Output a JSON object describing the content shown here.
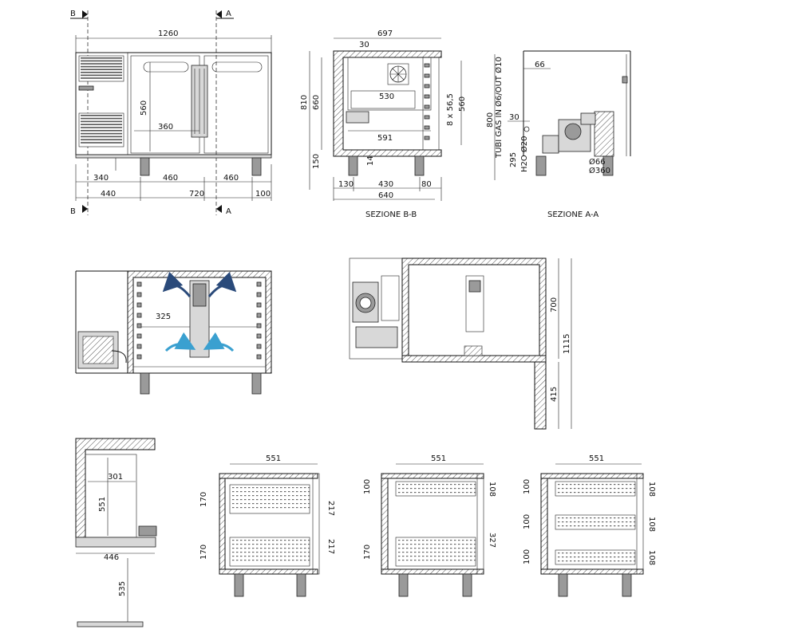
{
  "sections": {
    "bb": "SEZIONE B-B",
    "aa": "SEZIONE A-A"
  },
  "markers": [
    "B",
    "A",
    "B",
    "A"
  ],
  "front": {
    "overall": "1260",
    "h560": "560",
    "w360": "360",
    "row1": [
      "340",
      "460",
      "460"
    ],
    "row2": [
      "440",
      "720",
      "100"
    ]
  },
  "bb_dims": {
    "top": "697",
    "d30": "30",
    "h810": "810",
    "h660": "660",
    "h150": "150",
    "w530": "530",
    "w591": "591",
    "h560": "560",
    "rails": "8 x 56,5",
    "d14": "14",
    "bottom": [
      "130",
      "430",
      "80"
    ],
    "total": "640"
  },
  "aa_dims": {
    "d66": "66",
    "h800": "800",
    "d30": "30",
    "h295": "295",
    "pipes_gas": "TUBI GAS IN Ø6/OUT Ø10",
    "pipes_h2o": "H2O Ø20",
    "d_small": "Ø66",
    "d_large": "Ø360"
  },
  "airflow": {
    "w325": "325"
  },
  "plan": {
    "h700": "700",
    "h1115": "1115",
    "h415": "415"
  },
  "side": {
    "w301": "301",
    "h551": "551",
    "w446": "446",
    "h535": "535"
  },
  "drawers": {
    "v1": {
      "w": "551",
      "h1": "170",
      "h2": "170",
      "r1": "217",
      "r2": "217"
    },
    "v2": {
      "w": "551",
      "h1": "100",
      "h2": "170",
      "r1": "108",
      "r2": "327"
    },
    "v3": {
      "w": "551",
      "h1": "100",
      "h2": "100",
      "h3": "100",
      "r1": "108",
      "r2": "108",
      "r3": "108"
    }
  },
  "colors": {
    "line": "#111111",
    "hatch": "#555555",
    "arrow_warm": "#2a4a7a",
    "arrow_cold": "#3aa0d0"
  },
  "icons": [
    "fan-icon",
    "compressor-icon",
    "airflow-arrow-icon"
  ]
}
